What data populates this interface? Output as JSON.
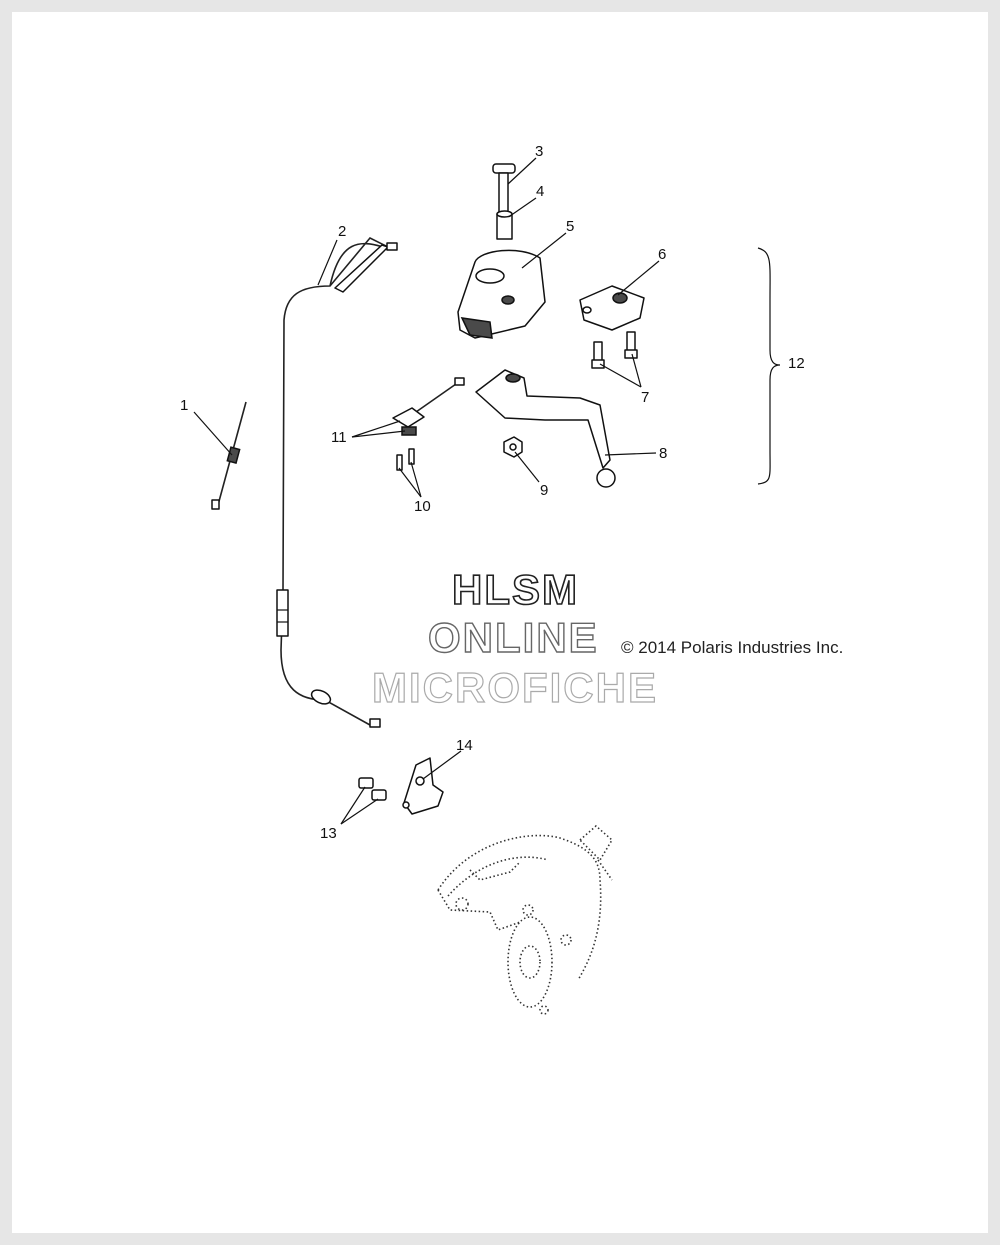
{
  "watermark": {
    "line1": "HLSM",
    "line2": "ONLINE",
    "line3": "MICROFICHE"
  },
  "copyright": "© 2014 Polaris Industries Inc.",
  "callouts": {
    "c1": "1",
    "c2": "2",
    "c3": "3",
    "c4": "4",
    "c5": "5",
    "c6": "6",
    "c7": "7",
    "c8": "8",
    "c9": "9",
    "c10": "10",
    "c11": "11",
    "c12": "12",
    "c13": "13",
    "c14": "14"
  }
}
